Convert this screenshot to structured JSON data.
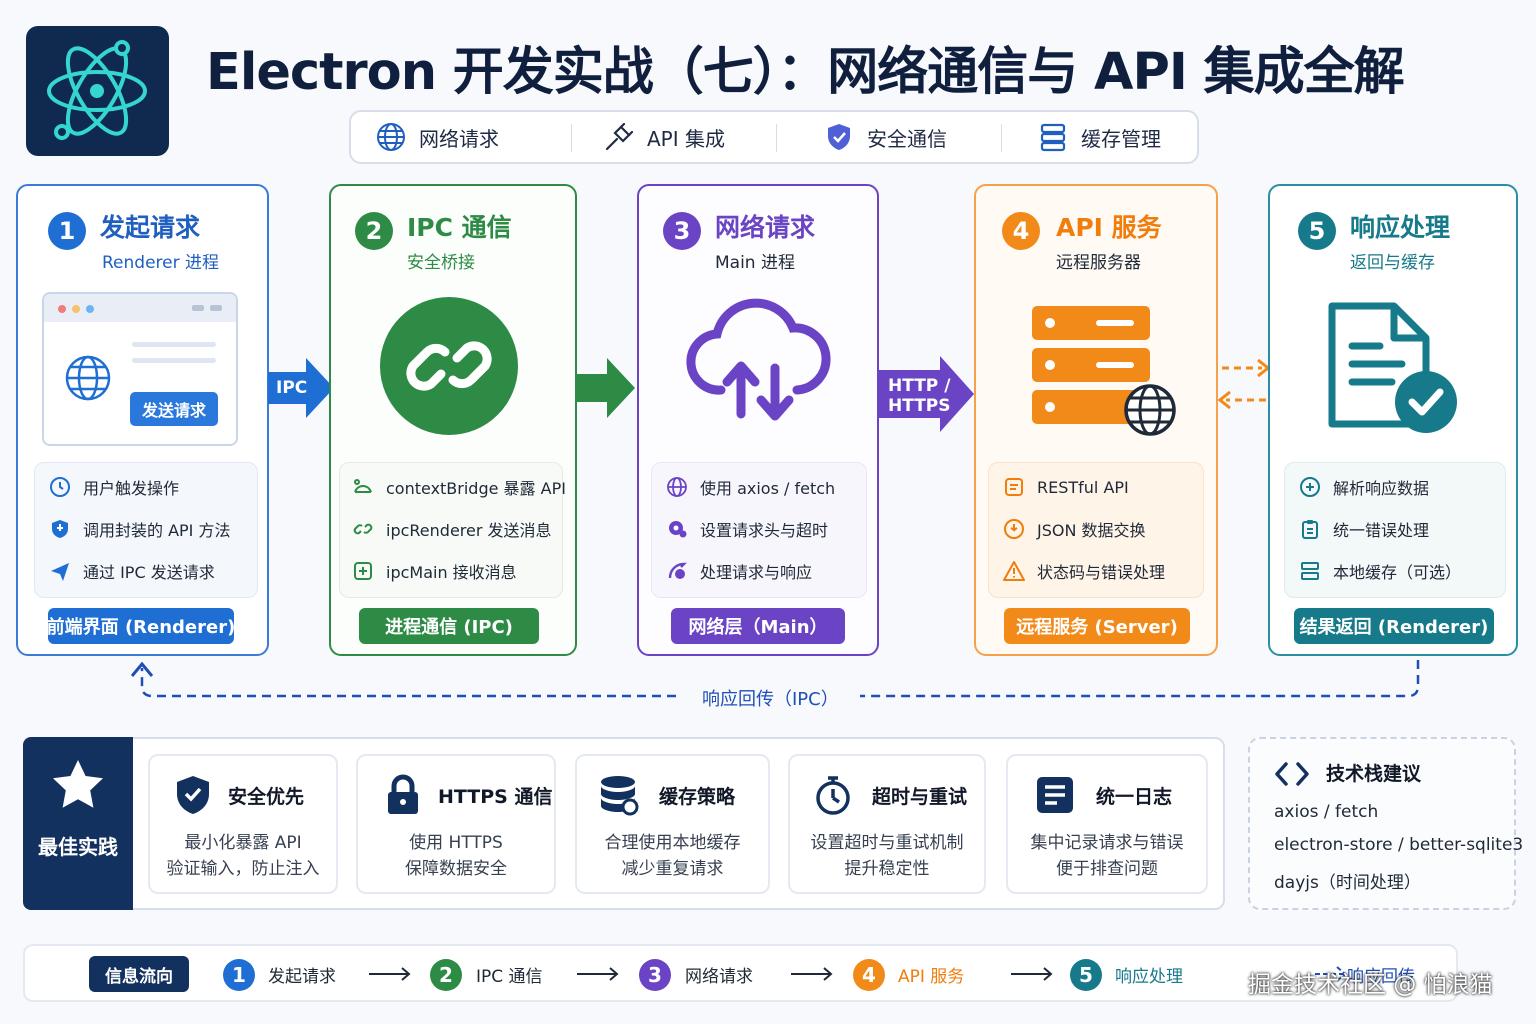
{
  "title": "Electron 开发实战（七）：网络通信与 API 集成全解",
  "logo_icon": "atom-icon",
  "top_nav": [
    {
      "label": "网络请求",
      "icon": "globe-icon"
    },
    {
      "label": "API 集成",
      "icon": "plug-icon"
    },
    {
      "label": "安全通信",
      "icon": "shield-check-icon"
    },
    {
      "label": "缓存管理",
      "icon": "database-icon"
    }
  ],
  "stages": [
    {
      "num": "1",
      "title": "发起请求",
      "subtitle": "Renderer 进程",
      "color": "#1f6ed4",
      "mock_button": "发送请求",
      "items": [
        "用户触发操作",
        "调用封装的 API 方法",
        "通过 IPC 发送请求"
      ],
      "footer": "前端界面 (Renderer)"
    },
    {
      "num": "2",
      "title": "IPC 通信",
      "subtitle": "安全桥接",
      "color": "#2e8b45",
      "items": [
        "contextBridge 暴露 API",
        "ipcRenderer 发送消息",
        "ipcMain 接收消息"
      ],
      "footer": "进程通信 (IPC)"
    },
    {
      "num": "3",
      "title": "网络请求",
      "subtitle": "Main 进程",
      "color": "#6a44c4",
      "items": [
        "使用 axios / fetch",
        "设置请求头与超时",
        "处理请求与响应"
      ],
      "footer": "网络层（Main）"
    },
    {
      "num": "4",
      "title": "API 服务",
      "subtitle": "远程服务器",
      "color": "#f28a1a",
      "items": [
        "RESTful API",
        "JSON 数据交换",
        "状态码与错误处理"
      ],
      "footer": "远程服务 (Server)"
    },
    {
      "num": "5",
      "title": "响应处理",
      "subtitle": "返回与缓存",
      "color": "#167a8a",
      "items": [
        "解析响应数据",
        "统一错误处理",
        "本地缓存（可选）"
      ],
      "footer": "结果返回 (Renderer)"
    }
  ],
  "connectors": {
    "ipc": "IPC",
    "http": "HTTP /\nHTTPS"
  },
  "return_label": "响应回传（IPC）",
  "best_practices": {
    "label": "最佳实践",
    "cards": [
      {
        "title": "安全优先",
        "lines": [
          "最小化暴露 API",
          "验证输入，防止注入"
        ],
        "icon": "shield-icon"
      },
      {
        "title": "HTTPS 通信",
        "lines": [
          "使用 HTTPS",
          "保障数据安全"
        ],
        "icon": "lock-icon"
      },
      {
        "title": "缓存策略",
        "lines": [
          "合理使用本地缓存",
          "减少重复请求"
        ],
        "icon": "database-icon"
      },
      {
        "title": "超时与重试",
        "lines": [
          "设置超时与重试机制",
          "提升稳定性"
        ],
        "icon": "stopwatch-icon"
      },
      {
        "title": "统一日志",
        "lines": [
          "集中记录请求与错误",
          "便于排查问题"
        ],
        "icon": "log-icon"
      }
    ]
  },
  "tech_stack": {
    "title": "技术栈建议",
    "lines": [
      "axios / fetch",
      "electron-store / better-sqlite3",
      "dayjs（时间处理）"
    ]
  },
  "flow": {
    "label": "信息流向",
    "steps": [
      {
        "num": "1",
        "label": "发起请求",
        "color": "#1f6ed4"
      },
      {
        "num": "2",
        "label": "IPC 通信",
        "color": "#2e8b45"
      },
      {
        "num": "3",
        "label": "网络请求",
        "color": "#6a44c4"
      },
      {
        "num": "4",
        "label": "API 服务",
        "color": "#f28a1a"
      },
      {
        "num": "5",
        "label": "响应处理",
        "color": "#167a8a"
      }
    ],
    "tail": "响应回传"
  },
  "watermark": "掘金技术社区 @ 怕浪猫"
}
